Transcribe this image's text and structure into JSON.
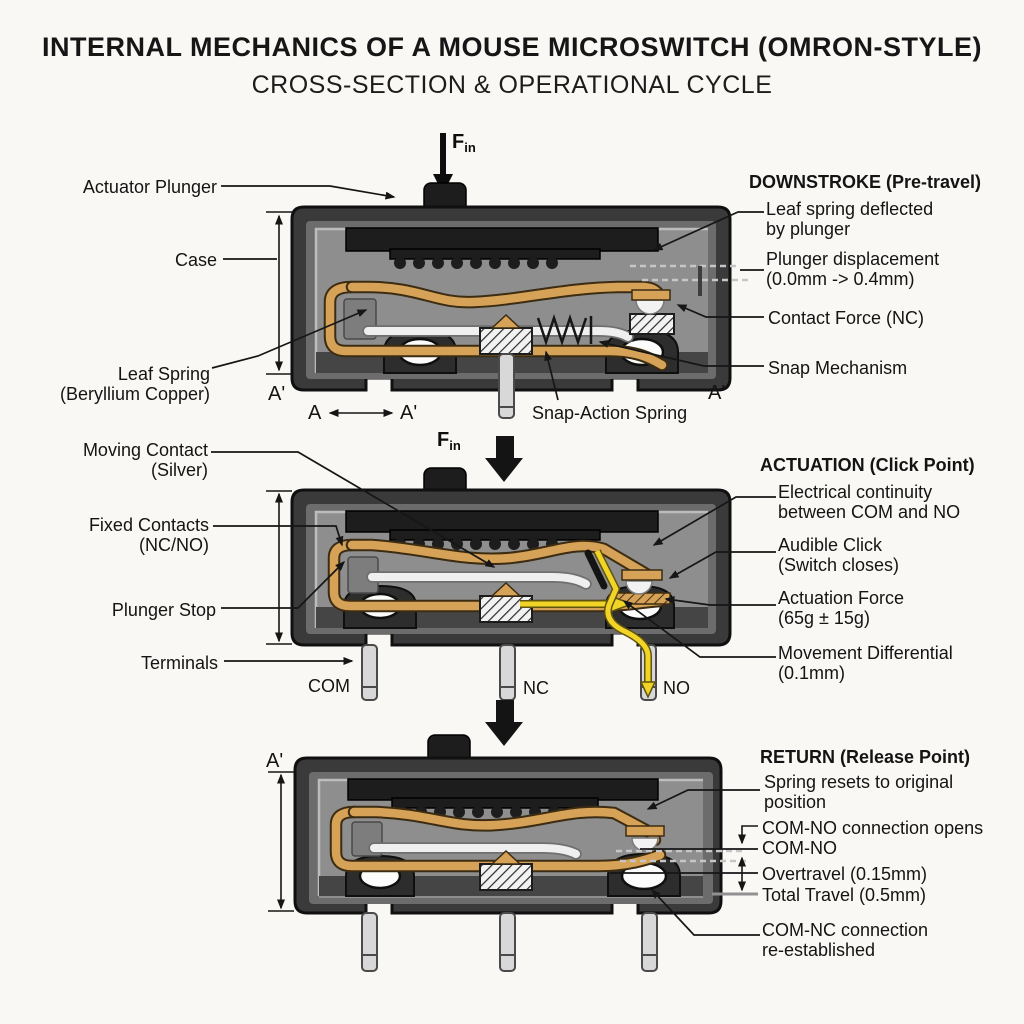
{
  "title": {
    "line1": "INTERNAL MECHANICS OF A MOUSE MICROSWITCH (OMRON-STYLE)",
    "line2": "CROSS-SECTION & OPERATIONAL CYCLE"
  },
  "force_input": {
    "symbol": "F",
    "subscript": "in"
  },
  "section_marks": {
    "a": "A",
    "a_prime": "A'"
  },
  "colors": {
    "background": "#f9f8f5",
    "ink": "#141414",
    "case_dark": "#3a3a3a",
    "cavity_gray": "#8e8e8e",
    "plunger_black": "#1d1d1d",
    "copper": "#d6a258",
    "copper_dark": "#3c2c12",
    "silver": "#efefef",
    "terminal_gray": "#d8d8d8",
    "floor_dark": "#454545",
    "highlight_yellow": "#f2d427"
  },
  "downstroke": {
    "heading": "DOWNSTROKE (Pre-travel)",
    "left_labels": {
      "actuator_plunger": "Actuator Plunger",
      "case": "Case",
      "leaf_spring": "Leaf Spring\n(Beryllium Copper)"
    },
    "right_labels": {
      "leaf_deflected": "Leaf spring deflected\nby plunger",
      "plunger_displacement": "Plunger displacement\n(0.0mm -> 0.4mm)",
      "contact_force": "Contact Force (NC)",
      "snap_mechanism": "Snap Mechanism"
    },
    "snap_action_spring": "Snap-Action Spring"
  },
  "actuation": {
    "heading": "ACTUATION (Click Point)",
    "left_labels": {
      "moving_contact": "Moving Contact\n(Silver)",
      "fixed_contacts": "Fixed Contacts\n(NC/NO)",
      "plunger_stop": "Plunger Stop",
      "terminals": "Terminals"
    },
    "right_labels": {
      "electrical_continuity": "Electrical continuity\nbetween COM and NO",
      "audible_click": "Audible Click\n(Switch closes)",
      "actuation_force": "Actuation Force\n(65g ± 15g)",
      "movement_differential": "Movement Differential\n(0.1mm)"
    },
    "terminal_labels": {
      "com": "COM",
      "nc": "NC",
      "no": "NO"
    }
  },
  "return": {
    "heading": "RETURN (Release Point)",
    "right_labels": {
      "spring_resets": "Spring resets to original\nposition",
      "com_no_opens": "COM-NO connection opens\nCOM-NO",
      "overtravel": "Overtravel (0.15mm)",
      "total_travel": "Total Travel (0.5mm)",
      "com_nc": "COM-NC connection\nre-established"
    }
  }
}
